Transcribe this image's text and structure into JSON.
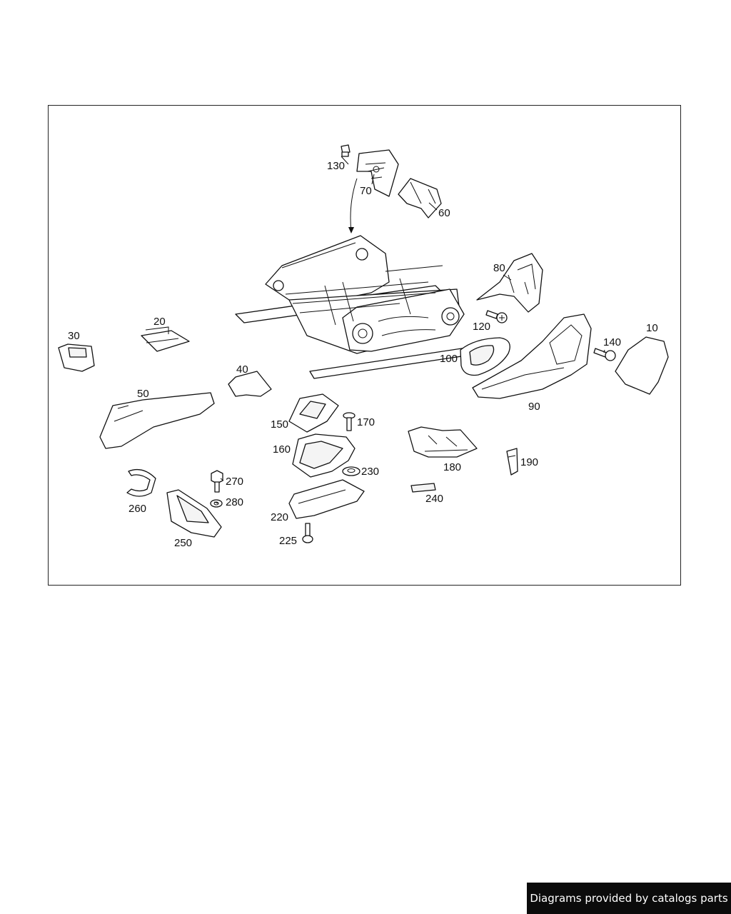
{
  "callouts": {
    "p10": "10",
    "p20": "20",
    "p30": "30",
    "p40": "40",
    "p50": "50",
    "p60": "60",
    "p70": "70",
    "p80": "80",
    "p90": "90",
    "p100": "100",
    "p120": "120",
    "p130": "130",
    "p140": "140",
    "p150": "150",
    "p160": "160",
    "p170": "170",
    "p180": "180",
    "p190": "190",
    "p220": "220",
    "p225": "225",
    "p230": "230",
    "p240": "240",
    "p250": "250",
    "p260": "260",
    "p270": "270",
    "p280": "280"
  },
  "footer": {
    "credit": "Diagrams provided by catalogs parts"
  }
}
